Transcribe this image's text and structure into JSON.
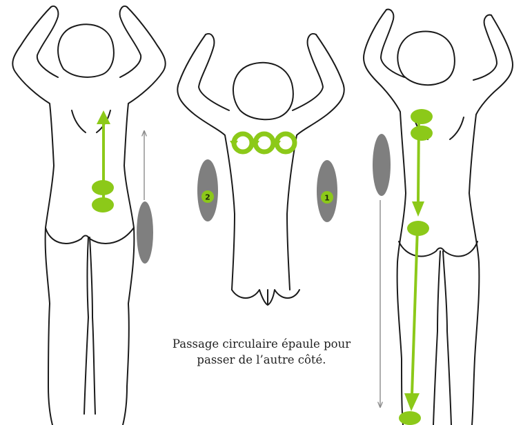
{
  "caption": {
    "line1": "Passage circulaire épaule pour",
    "line2": "passer de l’autre côté."
  },
  "markers": {
    "left_number": "2",
    "right_number": "1"
  },
  "colors": {
    "accent_green": "#8cc919",
    "dark_green": "#1e2a06",
    "stone_gray": "#7f7f7f",
    "outline": "#1a1a1a",
    "thin_arrow": "#8a8a8a"
  },
  "icons": {
    "stone": "massage-stone-icon",
    "rotation": "circular-rotation-icon",
    "arrow": "direction-arrow-icon"
  }
}
